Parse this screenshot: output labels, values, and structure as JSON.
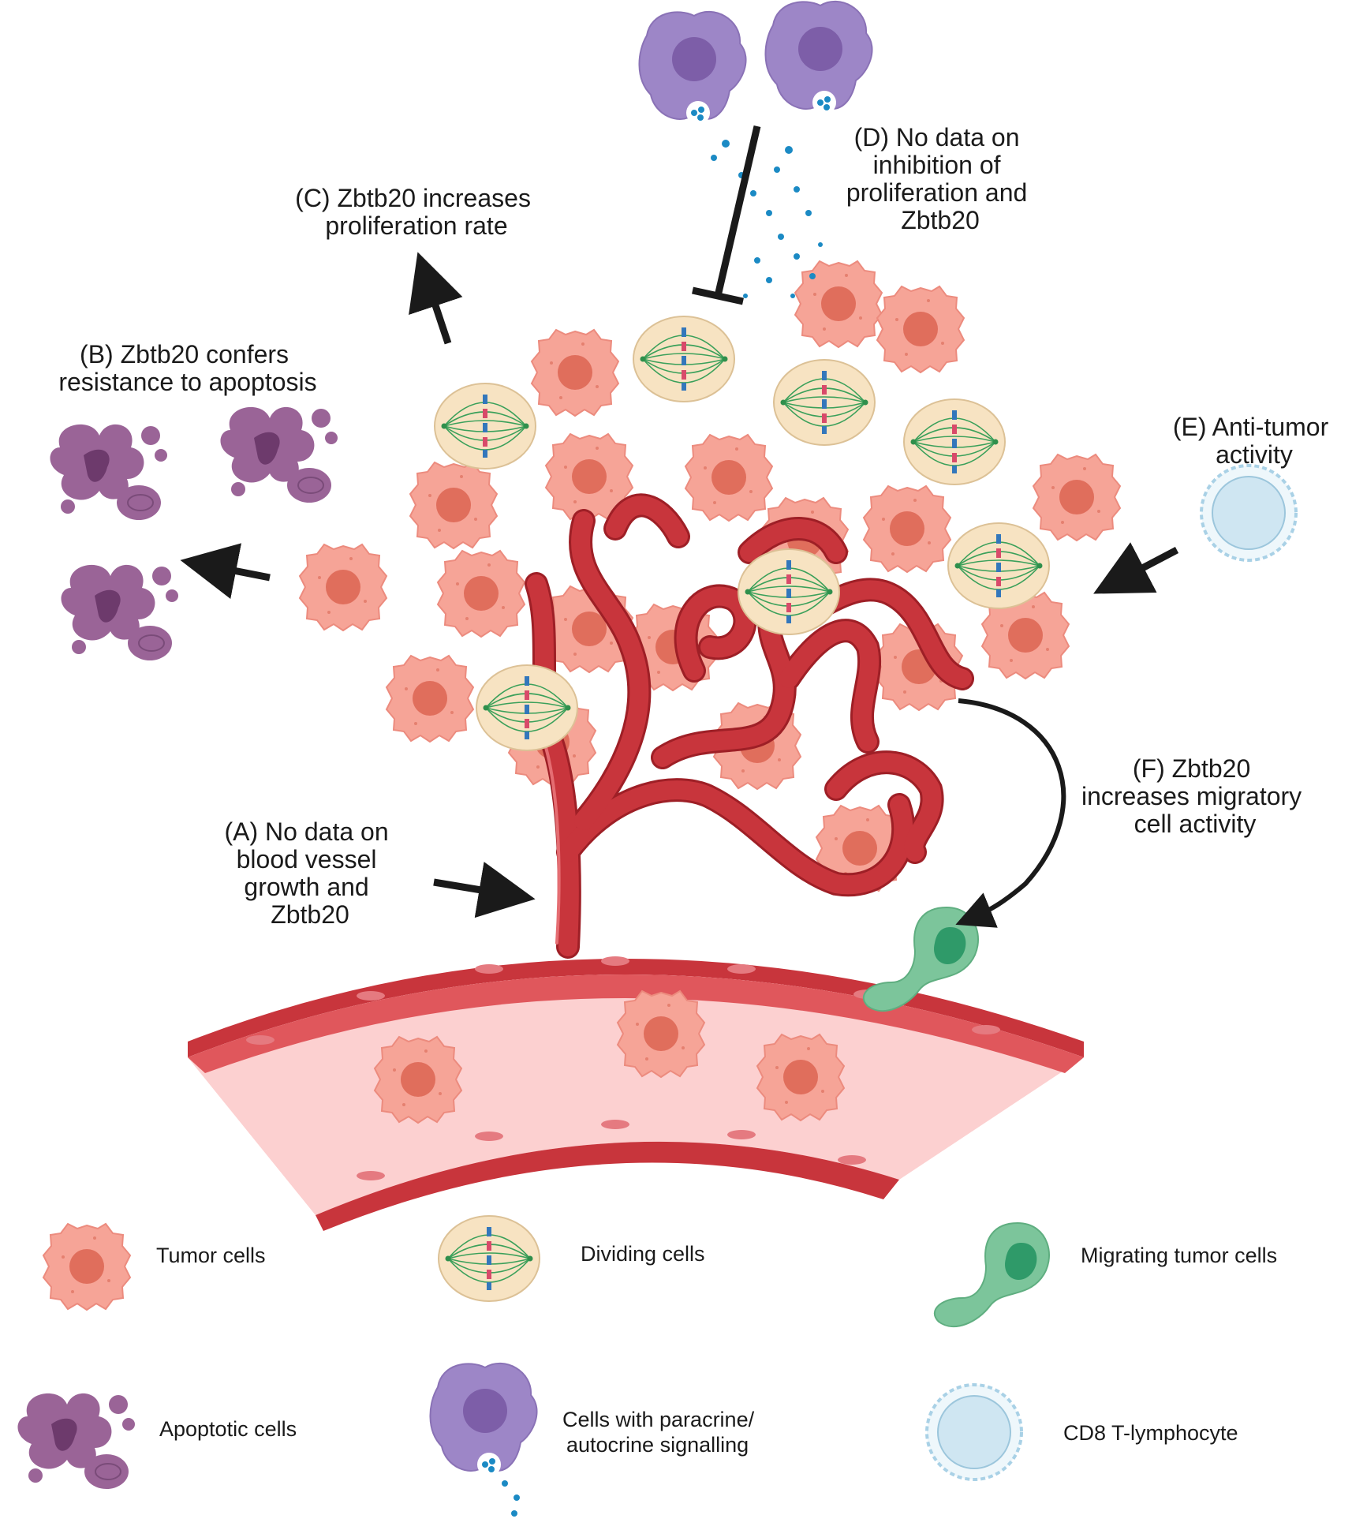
{
  "annotations": {
    "a": [
      "(A) No data on",
      "blood vessel",
      "growth and",
      "Zbtb20"
    ],
    "b": [
      "(B) Zbtb20 confers",
      "resistance to apoptosis"
    ],
    "c": [
      "(C) Zbtb20 increases",
      "proliferation rate"
    ],
    "d": [
      "(D) No data on",
      "inhibition of",
      "proliferation and",
      "Zbtb20"
    ],
    "e": [
      "(E) Anti-tumor",
      "activity"
    ],
    "f": [
      "(F) Zbtb20",
      "increases migratory",
      "cell activity"
    ]
  },
  "legend": {
    "tumor": "Tumor cells",
    "dividing": "Dividing cells",
    "migrating": "Migrating tumor cells",
    "apoptotic": "Apoptotic cells",
    "paracrine": [
      "Cells with paracrine/",
      "autocrine signalling"
    ],
    "cd8": "CD8 T-lymphocyte"
  },
  "colors": {
    "tumor_cell": "#f6a497",
    "tumor_nucleus": "#e06e5c",
    "vessel": "#c8353c",
    "vessel_dark": "#9e1f26",
    "vessel_lumen": "#fcd0d0",
    "dividing_cell": "#f7e3c2",
    "spindle": "#3aa05a",
    "apoptotic": "#9a6497",
    "paracrine_cell": "#9d86c7",
    "migrating": "#7cc59b",
    "cd8": "#cfe6f2",
    "arrow": "#1a1a1a"
  }
}
